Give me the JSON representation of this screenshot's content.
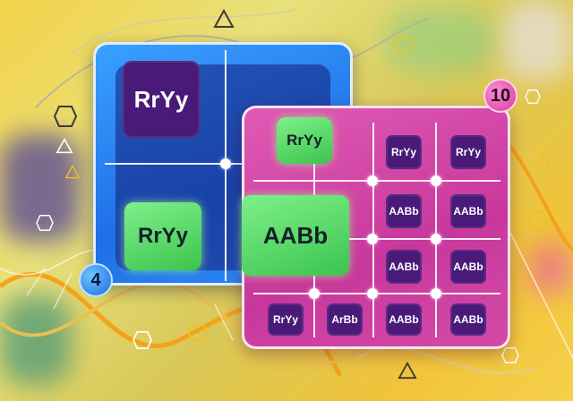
{
  "colors": {
    "blue_board": "#2f8cf5",
    "pink_board": "#d44aa8",
    "purple_tile": "#4a1a78",
    "green_tile": "#5ee06a",
    "background": "#f0d050"
  },
  "badges": {
    "blue_count": "4",
    "pink_count": "10"
  },
  "blue_board": {
    "tiles": [
      {
        "label": "RrYy",
        "style": "purple"
      },
      {
        "label": "RrYy",
        "style": "green"
      }
    ]
  },
  "pink_board": {
    "tiles": [
      {
        "label": "RrYy",
        "style": "green"
      },
      {
        "label": "RrYy",
        "style": "purple"
      },
      {
        "label": "RrYy",
        "style": "purple"
      },
      {
        "label": "AABb",
        "style": "green"
      },
      {
        "label": "AABb",
        "style": "purple"
      },
      {
        "label": "AABb",
        "style": "purple"
      },
      {
        "label": "AABb",
        "style": "purple"
      },
      {
        "label": "AABb",
        "style": "purple"
      },
      {
        "label": "RrYy",
        "style": "purple"
      },
      {
        "label": "ArBb",
        "style": "purple"
      },
      {
        "label": "AABb",
        "style": "purple"
      },
      {
        "label": "AABb",
        "style": "purple"
      }
    ]
  },
  "decorations": [
    "dna-helix-icon",
    "hexagon-icon",
    "triangle-icon"
  ]
}
